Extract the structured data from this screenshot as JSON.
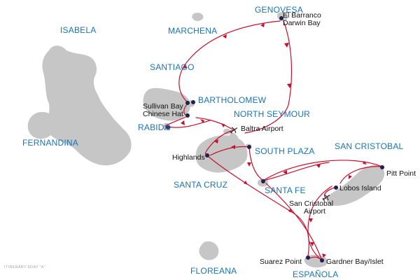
{
  "colors": {
    "island": "#c6c6c6",
    "route": "#c8102e",
    "island_label": "#1a73b5",
    "stop_marker": "#1f2251",
    "site_label": "#111111"
  },
  "islands": {
    "isabela": "ISABELA",
    "marchena": "MARCHENA",
    "genovesa": "GENOVESA",
    "santiago": "SANTIAGO",
    "bartholomew": "BARTHOLOMEW",
    "rabida": "RABIDA",
    "north_seymour": "NORTH SEYMOUR",
    "fernandina": "FERNANDINA",
    "south_plaza": "SOUTH PLAZA",
    "san_cristobal": "SAN CRISTOBAL",
    "santa_fe": "SANTA FE",
    "santa_cruz": "SANTA CRUZ",
    "floreana": "FLOREANA",
    "espanola": "ESPAÑOLA"
  },
  "sites": {
    "el_barranco": "El Barranco",
    "darwin_bay": "Darwin Bay",
    "sullivan_bay": "Sullivan Bay",
    "chinese_hat": "Chinese Hat",
    "baltra_airport": "Baltra Airport",
    "highlands": "Highlands",
    "pitt_point": "Pitt Point",
    "lobos_island": "Lobos Island",
    "san_cristobal_airport_line1": "San Cristobal",
    "san_cristobal_airport_line2": "Airport",
    "suarez_point": "Suarez Point",
    "gardner_bay": "Gardner Bay/Islet"
  },
  "icons": {
    "stop": "stop-dot-icon",
    "airport": "airplane-icon",
    "direction": "route-arrow-icon"
  },
  "footer": {
    "itinerary_note": "ITINERARY 8DAY \"A\""
  }
}
